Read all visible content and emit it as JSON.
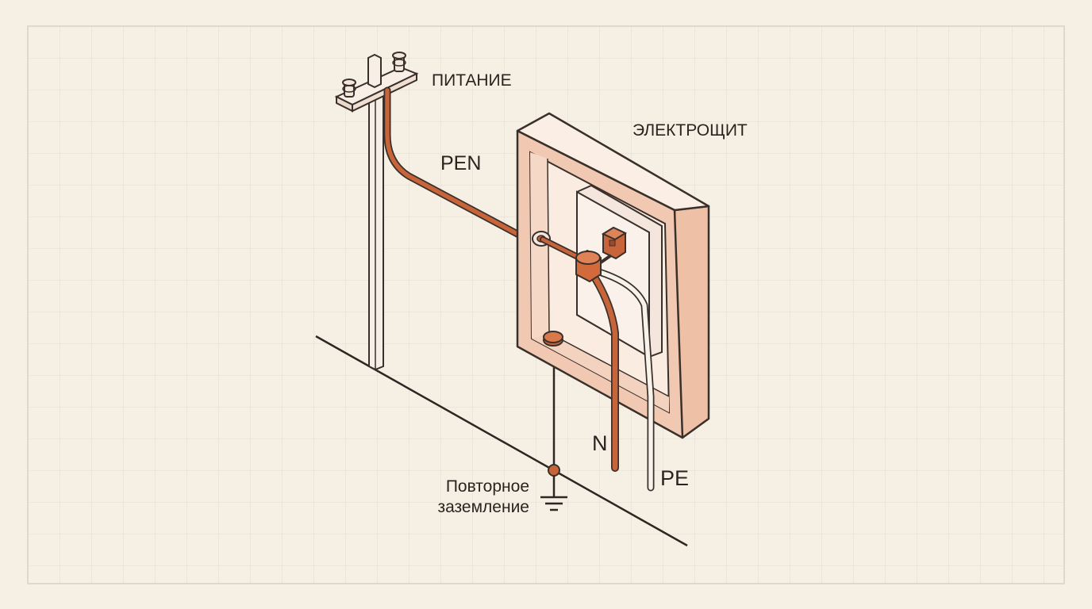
{
  "labels": {
    "supply": "ПИТАНИЕ",
    "panel": "ЭЛЕКТРОЩИТ",
    "pen": "PEN",
    "n": "N",
    "pe": "PE",
    "reground_line1": "Повторное",
    "reground_line2": "заземление"
  },
  "colors": {
    "background": "#f6f0e4",
    "grid": "#e3dccf",
    "copper": "#c8643a",
    "copper_dark": "#9c4a2a",
    "panel_fill": "#f1c9b2",
    "panel_inner": "#fbece2",
    "outline": "#3a302b",
    "neutral_wire": "#f7f2ea"
  },
  "icons": [
    "ground-symbol-icon",
    "pole-insulator-icon"
  ]
}
